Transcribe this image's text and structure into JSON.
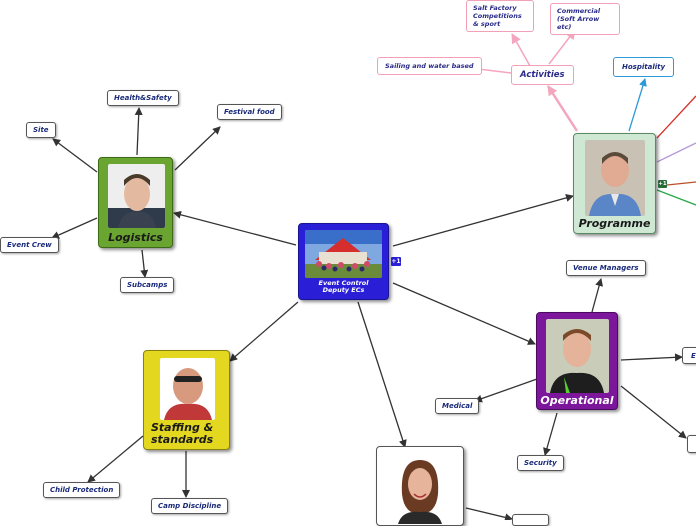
{
  "center": {
    "label": "Event Control Deputy ECs",
    "badge": "+1"
  },
  "logistics": {
    "label": "Logistics",
    "children": [
      "Health&Safety",
      "Festival food",
      "Site",
      "Event Crew",
      "Subcamps"
    ]
  },
  "staffing": {
    "label_line1": "Staffing &",
    "label_line2": "standards",
    "children": [
      "Child Protection",
      "Camp Discipline"
    ]
  },
  "programme": {
    "label": "Programme",
    "badge": "+1",
    "children": [
      "Hospitality",
      "Activities"
    ],
    "activities": [
      "Salt Factory Competitions & sport",
      "Commercial (Soft Arrow etc)",
      "Sailing and water based"
    ]
  },
  "operational": {
    "label": "Operational",
    "children": [
      "Venue Managers",
      "Medical",
      "Security"
    ]
  },
  "colors": {
    "logistics": "#6aa531",
    "staffing": "#e3d720",
    "programme": "#cfe8d4",
    "operational": "#7c169b",
    "center": "#2a1fd6",
    "pink": "#f3a6bd",
    "blue": "#2b9ad6"
  }
}
